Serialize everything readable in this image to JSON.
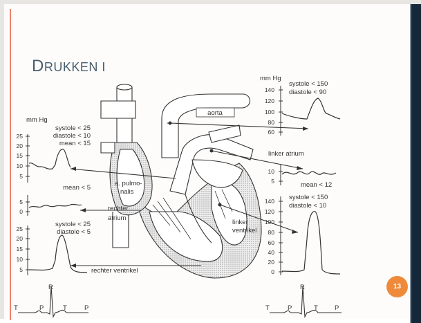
{
  "slide": {
    "title_first": "D",
    "title_rest": "rukken I",
    "page_number": "13"
  },
  "diagram": {
    "unit_left": "mm Hg",
    "unit_right": "mm Hg",
    "aorta": "aorta",
    "linker_atrium": "linker atrium",
    "pulmonalis_1": "a. pulmo-",
    "pulmonalis_2": "nalis",
    "rechter_atrium_1": "rechter",
    "rechter_atrium_2": "atrium",
    "linker_ventrikel_1": "linker",
    "linker_ventrikel_2": "ventrikel",
    "rechter_ventrikel": "rechter ventrikel",
    "pulm_systole": "systole < 25",
    "pulm_diastole": "diastole < 10",
    "pulm_mean": "mean < 15",
    "ra_mean": "mean < 5",
    "rv_systole": "systole < 25",
    "rv_diastole": "diastole < 5",
    "aorta_systole": "systole < 150",
    "aorta_diastole": "diastole < 90",
    "la_mean": "mean < 12",
    "lv_systole": "systole < 150",
    "lv_diastole": "diastole < 10",
    "ecg_r": "R",
    "ecg_t": "T",
    "ecg_p": "P"
  }
}
